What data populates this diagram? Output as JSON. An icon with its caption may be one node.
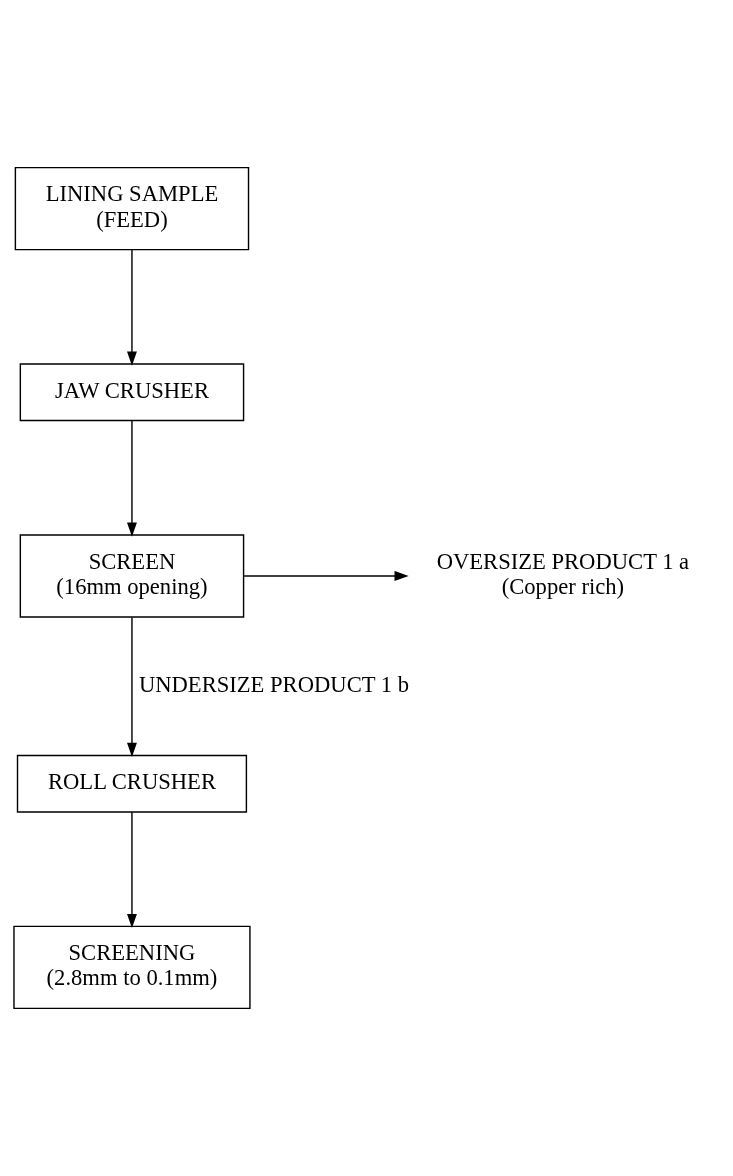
{
  "diagram": {
    "nodes": [
      {
        "text": [
          "LINING SAMPLE",
          "(FEED)"
        ]
      },
      {
        "text": [
          "JAW CRUSHER"
        ]
      },
      {
        "text": [
          "SCREEN",
          "(16mm opening)"
        ]
      },
      {
        "text": [
          "OVERSIZE PRODUCT 1 a",
          "(Copper rich)"
        ]
      },
      {
        "text": [
          "ROLL CRUSHER"
        ]
      },
      {
        "text": [
          "SCREENING",
          "(2.8mm to 0.1mm)"
        ]
      }
    ],
    "edges": [
      {
        "from": 0,
        "to": 1,
        "arrow": "to"
      },
      {
        "from": 1,
        "to": 2,
        "arrow": "to"
      },
      {
        "from": 2,
        "to": 3,
        "arrow": "to"
      },
      {
        "from": 2,
        "to": 4,
        "arrow": "to",
        "label": "UNDERSIZE PRODUCT 1 b"
      },
      {
        "from": 4,
        "to": 5,
        "arrow": "to"
      }
    ]
  }
}
